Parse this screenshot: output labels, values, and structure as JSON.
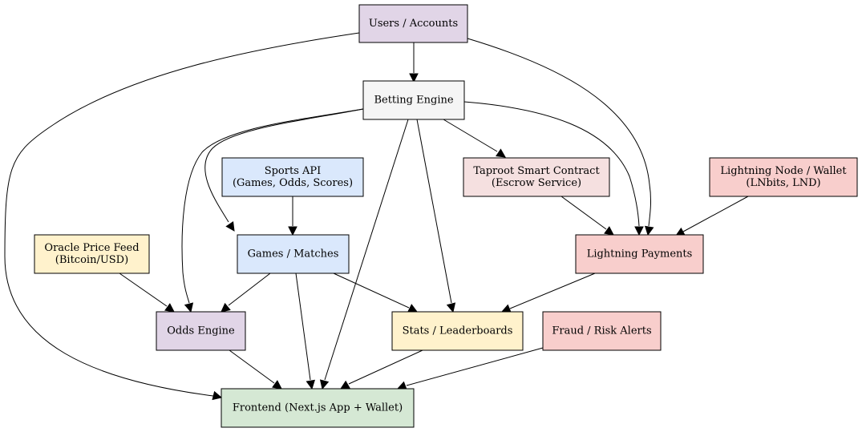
{
  "nodes": {
    "users": {
      "lines": [
        "Users / Accounts"
      ],
      "fill": "#e1d5e7"
    },
    "betting": {
      "lines": [
        "Betting Engine"
      ],
      "fill": "#f5f5f5"
    },
    "sports": {
      "lines": [
        "Sports API",
        "(Games, Odds, Scores)"
      ],
      "fill": "#dae8fc"
    },
    "taproot": {
      "lines": [
        "Taproot Smart Contract",
        "(Escrow Service)"
      ],
      "fill": "#f5e0e0"
    },
    "lnnode": {
      "lines": [
        "Lightning Node / Wallet",
        "(LNbits, LND)"
      ],
      "fill": "#f8cecc"
    },
    "oracle": {
      "lines": [
        "Oracle Price Feed",
        "(Bitcoin/USD)"
      ],
      "fill": "#fff2cc"
    },
    "games": {
      "lines": [
        "Games / Matches"
      ],
      "fill": "#dae8fc"
    },
    "lnpay": {
      "lines": [
        "Lightning Payments"
      ],
      "fill": "#f8cecc"
    },
    "odds": {
      "lines": [
        "Odds Engine"
      ],
      "fill": "#e1d5e7"
    },
    "stats": {
      "lines": [
        "Stats / Leaderboards"
      ],
      "fill": "#fff2cc"
    },
    "fraud": {
      "lines": [
        "Fraud / Risk Alerts"
      ],
      "fill": "#f8cecc"
    },
    "frontend": {
      "lines": [
        "Frontend (Next.js App + Wallet)"
      ],
      "fill": "#d5e8d4"
    }
  },
  "edges": [
    [
      "users",
      "betting"
    ],
    [
      "users",
      "lnpay"
    ],
    [
      "users",
      "frontend"
    ],
    [
      "betting",
      "taproot"
    ],
    [
      "betting",
      "lnpay"
    ],
    [
      "betting",
      "odds"
    ],
    [
      "betting",
      "games"
    ],
    [
      "betting",
      "stats"
    ],
    [
      "betting",
      "frontend"
    ],
    [
      "sports",
      "games"
    ],
    [
      "taproot",
      "lnpay"
    ],
    [
      "lnnode",
      "lnpay"
    ],
    [
      "oracle",
      "odds"
    ],
    [
      "games",
      "odds"
    ],
    [
      "games",
      "stats"
    ],
    [
      "games",
      "frontend"
    ],
    [
      "lnpay",
      "stats"
    ],
    [
      "odds",
      "frontend"
    ],
    [
      "stats",
      "frontend"
    ],
    [
      "fraud",
      "frontend"
    ]
  ]
}
